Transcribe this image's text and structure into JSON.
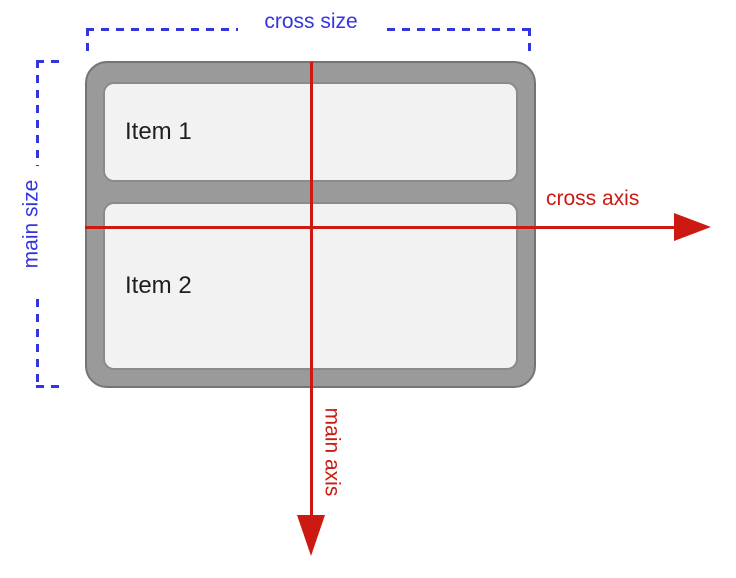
{
  "labels": {
    "cross_size": "cross size",
    "main_size": "main size",
    "cross_axis": "cross axis",
    "main_axis": "main axis"
  },
  "items": [
    {
      "label": "Item 1"
    },
    {
      "label": "Item 2"
    }
  ],
  "colors": {
    "accent-blue": "#3535e0",
    "accent-red": "#cc1a12",
    "container-fill": "#9a9a9a",
    "container-border": "#747474",
    "item-fill": "#f2f2f2",
    "item-border": "#8a8a8a",
    "item-text": "#1f1f1f"
  }
}
